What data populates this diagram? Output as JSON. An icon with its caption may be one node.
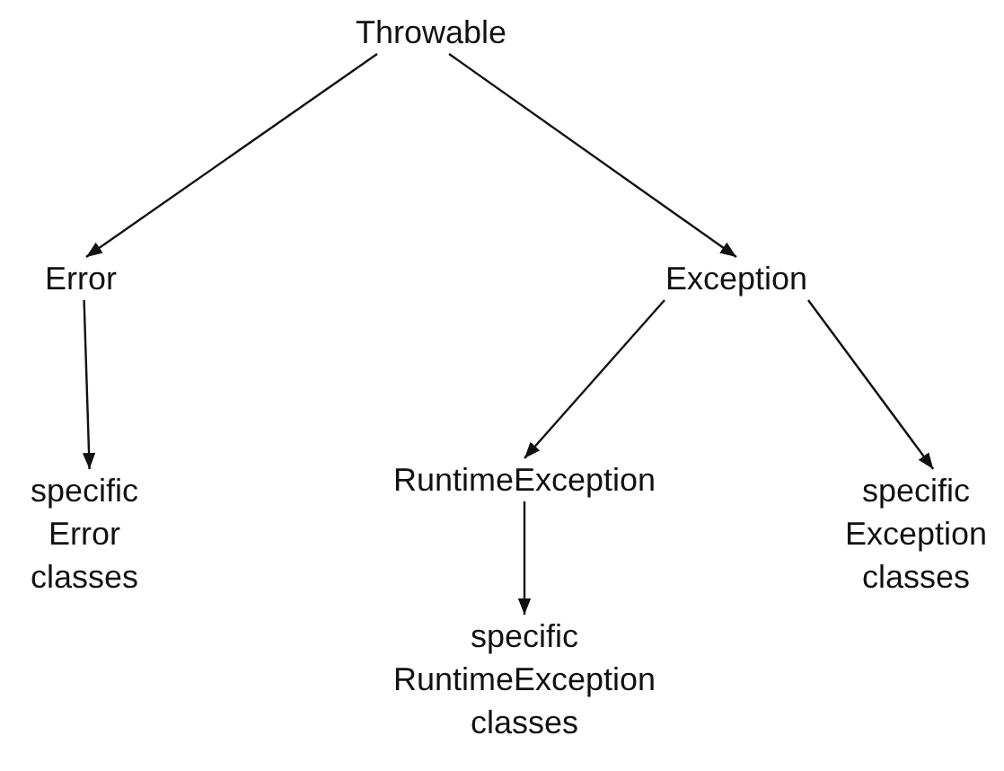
{
  "diagram": {
    "nodes": [
      {
        "text": [
          "Throwable"
        ]
      },
      {
        "text": [
          "Error"
        ]
      },
      {
        "text": [
          "Exception"
        ]
      },
      {
        "text": [
          "specific Error classes"
        ]
      },
      {
        "text": [
          "RuntimeException"
        ]
      },
      {
        "text": [
          "specific Exception classes"
        ]
      },
      {
        "text": [
          "specific RuntimeException classes"
        ]
      }
    ],
    "edges": [
      {
        "from": 0,
        "to": 1,
        "arrow": "to"
      },
      {
        "from": 0,
        "to": 2,
        "arrow": "to"
      },
      {
        "from": 1,
        "to": 3,
        "arrow": "to"
      },
      {
        "from": 2,
        "to": 4,
        "arrow": "to"
      },
      {
        "from": 2,
        "to": 5,
        "arrow": "to"
      },
      {
        "from": 4,
        "to": 6,
        "arrow": "to"
      }
    ]
  }
}
